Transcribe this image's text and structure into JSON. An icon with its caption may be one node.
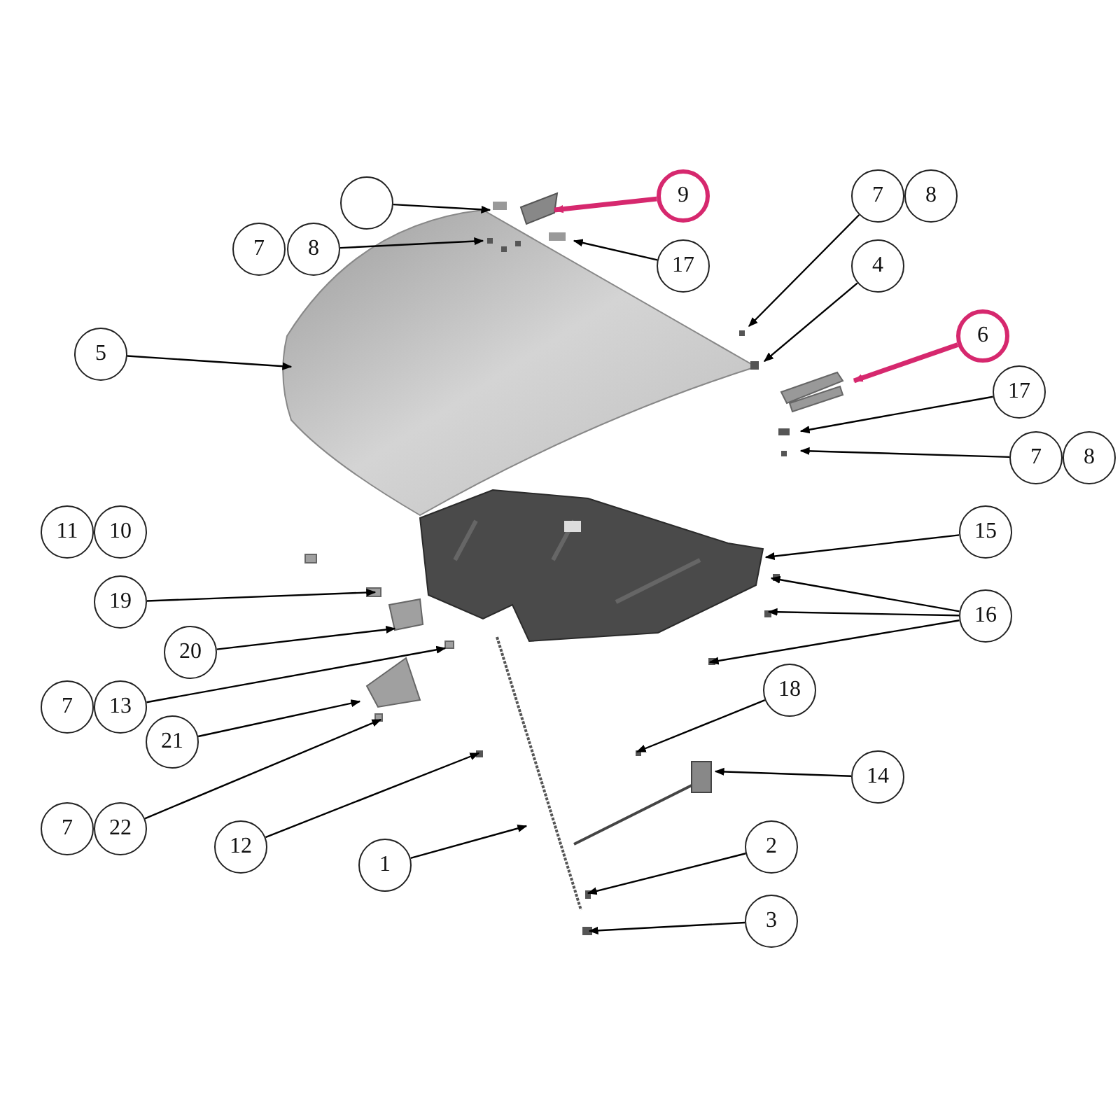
{
  "diagram": {
    "nodes": [
      {
        "text": [],
        "shape": "circle"
      },
      {
        "text": [
          "9"
        ]
      },
      {
        "text": [
          "7"
        ]
      },
      {
        "text": [
          "8"
        ]
      },
      {
        "text": [
          "17"
        ]
      },
      {
        "text": [
          "7"
        ]
      },
      {
        "text": [
          "8"
        ]
      },
      {
        "text": [
          "4"
        ]
      },
      {
        "text": [
          "5"
        ]
      },
      {
        "text": [
          "6"
        ]
      },
      {
        "text": [
          "17"
        ]
      },
      {
        "text": [
          "7"
        ]
      },
      {
        "text": [
          "8"
        ]
      },
      {
        "text": [
          "11"
        ]
      },
      {
        "text": [
          "10"
        ]
      },
      {
        "text": [
          "19"
        ]
      },
      {
        "text": [
          "15"
        ]
      },
      {
        "text": [
          "20"
        ]
      },
      {
        "text": [
          "16"
        ]
      },
      {
        "text": [
          "7"
        ]
      },
      {
        "text": [
          "13"
        ]
      },
      {
        "text": [
          "21"
        ]
      },
      {
        "text": [
          "18"
        ]
      },
      {
        "text": [
          "7"
        ]
      },
      {
        "text": [
          "22"
        ]
      },
      {
        "text": [
          "12"
        ]
      },
      {
        "text": [
          "14"
        ]
      },
      {
        "text": [
          "1"
        ]
      },
      {
        "text": [
          "2"
        ]
      },
      {
        "text": [
          "3"
        ]
      }
    ],
    "edges": [
      {
        "from": 0,
        "to": null,
        "arrow": "to"
      },
      {
        "from": 1,
        "to": null,
        "arrow": "to",
        "style": "thick",
        "color": "#d6286e"
      },
      {
        "from": 3,
        "to": null,
        "arrow": "to"
      },
      {
        "from": 4,
        "to": null,
        "arrow": "to"
      },
      {
        "from": 5,
        "to": null,
        "arrow": "to"
      },
      {
        "from": 7,
        "to": null,
        "arrow": "to"
      },
      {
        "from": 8,
        "to": null,
        "arrow": "to"
      },
      {
        "from": 9,
        "to": null,
        "arrow": "to",
        "style": "thick",
        "color": "#d6286e"
      },
      {
        "from": 10,
        "to": null,
        "arrow": "to"
      },
      {
        "from": 11,
        "to": null,
        "arrow": "to"
      },
      {
        "from": 15,
        "to": null,
        "arrow": "to"
      },
      {
        "from": 16,
        "to": null,
        "arrow": "to"
      },
      {
        "from": 17,
        "to": null,
        "arrow": "to"
      },
      {
        "from": 18,
        "to": null,
        "arrow": "to"
      },
      {
        "from": 18,
        "to": null,
        "arrow": "to"
      },
      {
        "from": 18,
        "to": null,
        "arrow": "to"
      },
      {
        "from": 20,
        "to": null,
        "arrow": "to"
      },
      {
        "from": 21,
        "to": null,
        "arrow": "to"
      },
      {
        "from": 22,
        "to": null,
        "arrow": "to"
      },
      {
        "from": 24,
        "to": null,
        "arrow": "to"
      },
      {
        "from": 25,
        "to": null,
        "arrow": "to"
      },
      {
        "from": 26,
        "to": null,
        "arrow": "to"
      },
      {
        "from": 27,
        "to": null,
        "arrow": "to"
      },
      {
        "from": 28,
        "to": null,
        "arrow": "to"
      },
      {
        "from": 29,
        "to": null,
        "arrow": "to"
      }
    ]
  }
}
